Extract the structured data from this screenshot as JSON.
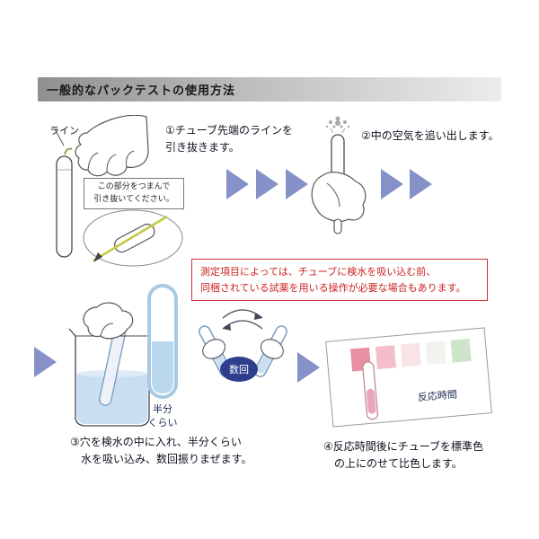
{
  "header": {
    "title": "一般的なパックテストの使用方法"
  },
  "step1": {
    "label": "①チューブ先端のラインを\n引き抜きます。",
    "line_label": "ライン",
    "callout": "この部分をつまんで\n引き抜いてください。"
  },
  "step2": {
    "label": "②中の空気を追い出します。"
  },
  "notice": {
    "text": "測定項目によっては、チューブに検水を吸い込む前、\n同梱されている試薬を用いる操作が必要な場合もあります。"
  },
  "step3": {
    "label": "③穴を検水の中に入れ、半分くらい\n　水を吸い込み、数回振りまぜます。",
    "half_label": "半分\nくらい",
    "times_label": "数回"
  },
  "step4": {
    "label": "④反応時間後にチューブを標準色\n　の上にのせて比色します。",
    "reaction_label": "反応時間",
    "swatches": [
      "#e78fa3",
      "#f3bdc9",
      "#f8e3e7",
      "#f1f3ee",
      "#cfe5cb"
    ]
  },
  "colors": {
    "arrow": "#8691c8",
    "notice": "#cc2222",
    "badge": "#2e3e8c",
    "water": "#c9def1",
    "line_wire": "#c3c83e"
  }
}
